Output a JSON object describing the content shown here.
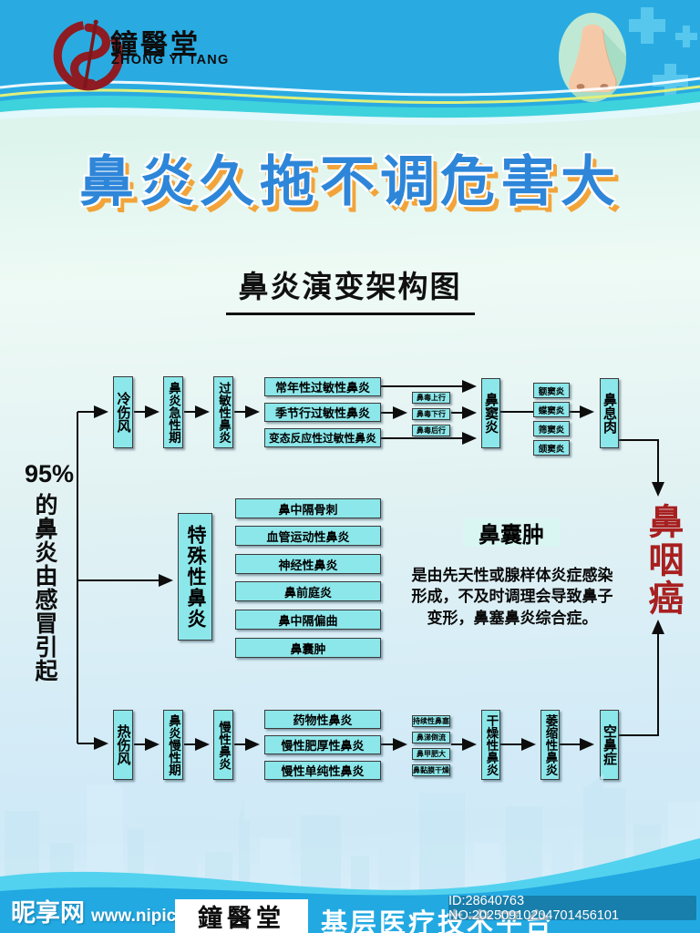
{
  "header": {
    "logo_cn": "鐘醫堂",
    "logo_en": "ZHONG YI TANG",
    "icons": {
      "emblem": "zhongyitang-emblem",
      "nose": "nose-icon",
      "plus": "plus-icon"
    }
  },
  "title": "鼻炎久拖不调危害大",
  "subtitle": "鼻炎演变架构图",
  "left_note": {
    "percent": "95%",
    "text": "的鼻炎由感冒引起"
  },
  "flow": {
    "top": {
      "n1": "冷伤风",
      "n2": "鼻炎急性期",
      "n3": "过敏性鼻炎",
      "b1": "常年性过敏性鼻炎",
      "b2": "季节行过敏性鼻炎",
      "b3": "变态反应性过敏性鼻炎",
      "s1": "鼻毒上行",
      "s2": "鼻毒下行",
      "s3": "鼻毒后行",
      "n4": "鼻窦炎",
      "t1": "额窦炎",
      "t2": "蝶窦炎",
      "t3": "筛窦炎",
      "t4": "颌窦炎",
      "n5": "鼻息肉"
    },
    "mid": {
      "n1": "特殊性鼻炎",
      "b1": "鼻中隔骨刺",
      "b2": "血管运动性鼻炎",
      "b3": "神经性鼻炎",
      "b4": "鼻前庭炎",
      "b5": "鼻中隔偏曲",
      "b6": "鼻囊肿"
    },
    "bottom": {
      "n1": "热伤风",
      "n2": "鼻炎慢性期",
      "n3": "慢性鼻炎",
      "b1": "药物性鼻炎",
      "b2": "慢性肥厚性鼻炎",
      "b3": "慢性单纯性鼻炎",
      "s1": "持续性鼻塞",
      "s2": "鼻涕倒流",
      "s3": "鼻甲肥大",
      "s4": "鼻黏膜干燥",
      "n4": "干燥性鼻炎",
      "n5": "萎缩性鼻炎",
      "n6": "空鼻症"
    },
    "terminal": "鼻咽癌"
  },
  "callout": {
    "title": "鼻囊肿",
    "line1": "是由先天性或腺样体炎症感染",
    "line2": "形成，不及时调理会导致鼻子",
    "line3": "变形，鼻塞鼻炎综合症。"
  },
  "footer": {
    "site": "昵享网",
    "url": "www.nipic.com",
    "logo_cn": "鐘醫堂",
    "platform": "基层医疗技术平台",
    "id_text": "ID:28640763 NO:20250910204701456101"
  },
  "colors": {
    "header_blue": "#29abe2",
    "title_blue": "#2e86d9",
    "title_shadow_orange": "#f2a43a",
    "node_fill": "#8ce7ea",
    "terminal_red": "#a81f1f",
    "footer_blue": "#22a9e2",
    "wave_cyan": "#3ed2dd"
  }
}
